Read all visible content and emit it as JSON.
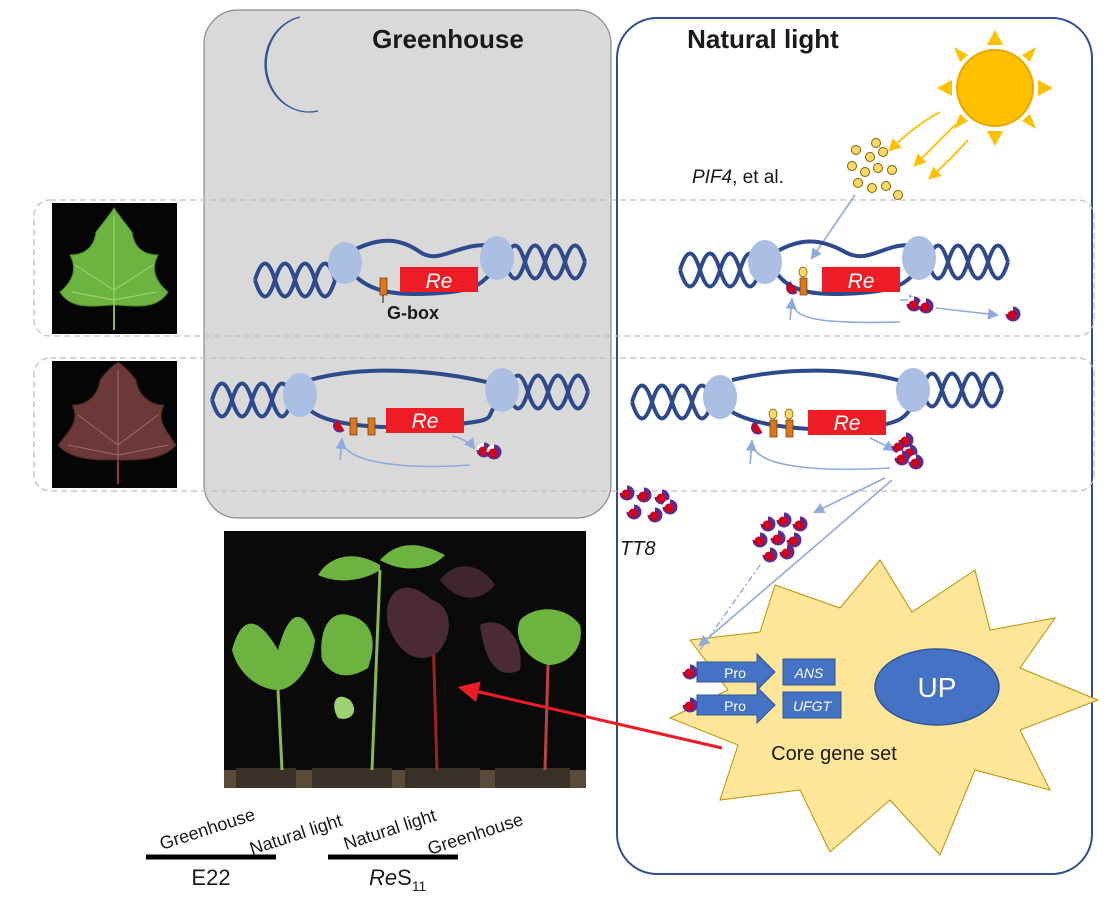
{
  "panels": {
    "greenhouse_title": "Greenhouse",
    "natural_title": "Natural light"
  },
  "labels": {
    "gbox": "G-box",
    "re": "Re",
    "pif4_gene": "PIF4",
    "pif4_rest": ", et al.",
    "tt8": "TT8",
    "pro": "Pro",
    "ans": "ANS",
    "ufgt": "UFGT",
    "up": "UP",
    "core_gene_set": "Core gene set"
  },
  "photo_labels": {
    "plant1": "Greenhouse",
    "plant2": "Natural light",
    "plant3": "Natural light",
    "plant4": "Greenhouse"
  },
  "groups": {
    "e22": "E22",
    "res_prefix": "Re",
    "res_main": "S",
    "res_sub": "11"
  },
  "colors": {
    "greenhouse_fill": "#d9d9d9",
    "frame_blue": "#2f4f8f",
    "dna_blue": "#2e4a8c",
    "nucleosome": "#aabfe3",
    "re_red": "#ee1c24",
    "gbox_orange": "#d9781f",
    "sun_yellow": "#ffc000",
    "moon_blue": "#4472c4",
    "arrow_light": "#8faadc",
    "starburst": "#ffe699",
    "box_blue": "#4472c4",
    "pigment_red": "#d4001a",
    "pigment_purple": "#5b2d8e"
  }
}
